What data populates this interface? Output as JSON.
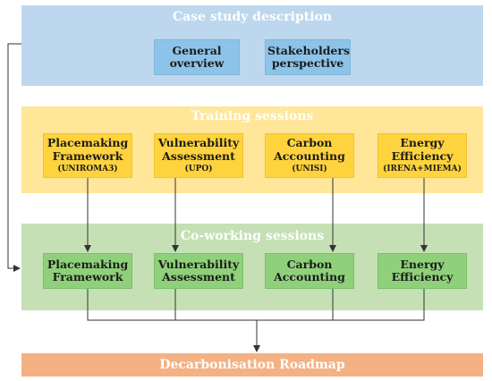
{
  "case_study": {
    "title": "Case study description",
    "boxes": [
      {
        "label": "General overview"
      },
      {
        "label": "Stakeholders perspective"
      }
    ]
  },
  "training": {
    "title": "Training sessions",
    "boxes": [
      {
        "label": "Placemaking Framework",
        "sub": "(UNIROMA3)"
      },
      {
        "label": "Vulnerability Assessment",
        "sub": "(UPO)"
      },
      {
        "label": "Carbon Accounting",
        "sub": "(UNISI)"
      },
      {
        "label": "Energy Efficiency",
        "sub": "(IRENA+MIEMA)"
      }
    ]
  },
  "coworking": {
    "title": "Co-working sessions",
    "boxes": [
      {
        "label": "Placemaking Framework"
      },
      {
        "label": "Vulnerability Assessment"
      },
      {
        "label": "Carbon Accounting"
      },
      {
        "label": "Energy Efficiency"
      }
    ]
  },
  "roadmap": {
    "title": "Decarbonisation Roadmap"
  },
  "colors": {
    "case_bg": "#bdd7ee",
    "case_box": "#8dc3e8",
    "training_bg": "#ffe699",
    "training_box": "#ffd33d",
    "coworking_bg": "#c5e0b4",
    "coworking_box": "#8fd17a",
    "roadmap_bg": "#f4b183",
    "arrow": "#333333"
  }
}
